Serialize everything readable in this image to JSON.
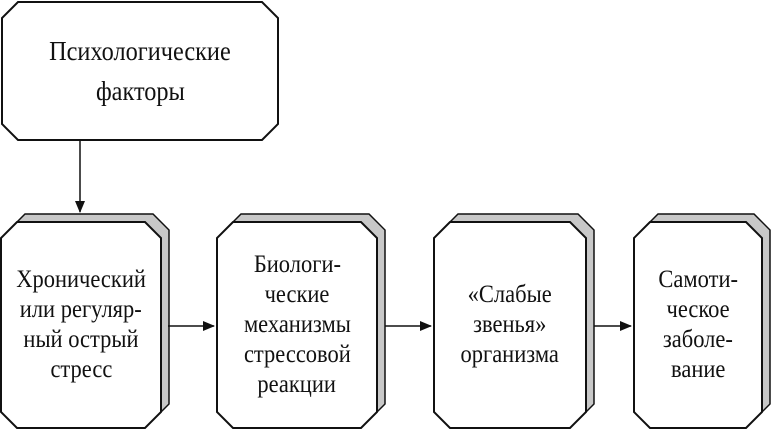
{
  "colors": {
    "stroke": "#111111",
    "fill": "#ffffff",
    "extrusion": "#c8c8c8"
  },
  "source": {
    "lines": [
      "Психологические",
      "факторы"
    ]
  },
  "steps": [
    {
      "lines": [
        "Хронический",
        "или регуляр-",
        "ный острый",
        "стресс"
      ]
    },
    {
      "lines": [
        "Биологи-",
        "ческие",
        "механизмы",
        "стрессовой",
        "реакции"
      ]
    },
    {
      "lines": [
        "«Слабые",
        "звенья»",
        "организма"
      ]
    },
    {
      "lines": [
        "Самоти-",
        "ческое",
        "заболе-",
        "вание"
      ]
    }
  ]
}
